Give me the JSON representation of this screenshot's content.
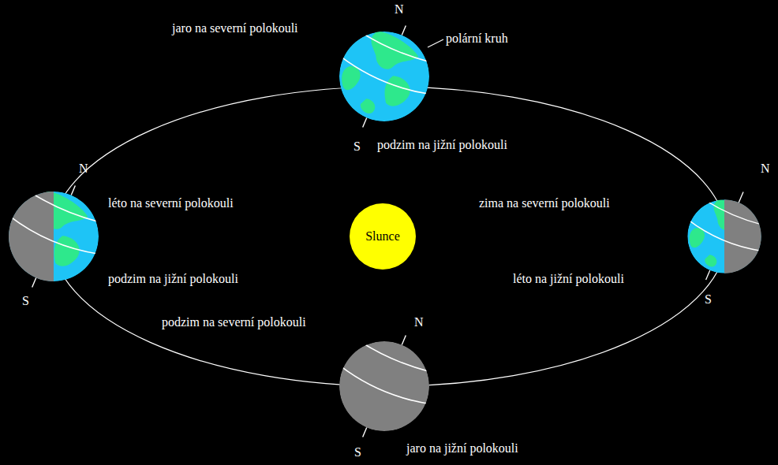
{
  "diagram": {
    "nodes": [
      {
        "text": [
          "Slunce"
        ]
      }
    ],
    "labels": [
      "N",
      "jaro na severní polokouli",
      "polární kruh",
      "S",
      "podzim na jižní polokouli",
      "N",
      "léto na severní polokouli",
      "zima na severní polokouli",
      "N",
      "podzim na jižní polokouli",
      "léto na jižní polokouli",
      "S",
      "S",
      "podzim na severní polokouli",
      "N",
      "jaro na jižní polokouli",
      "S"
    ]
  }
}
